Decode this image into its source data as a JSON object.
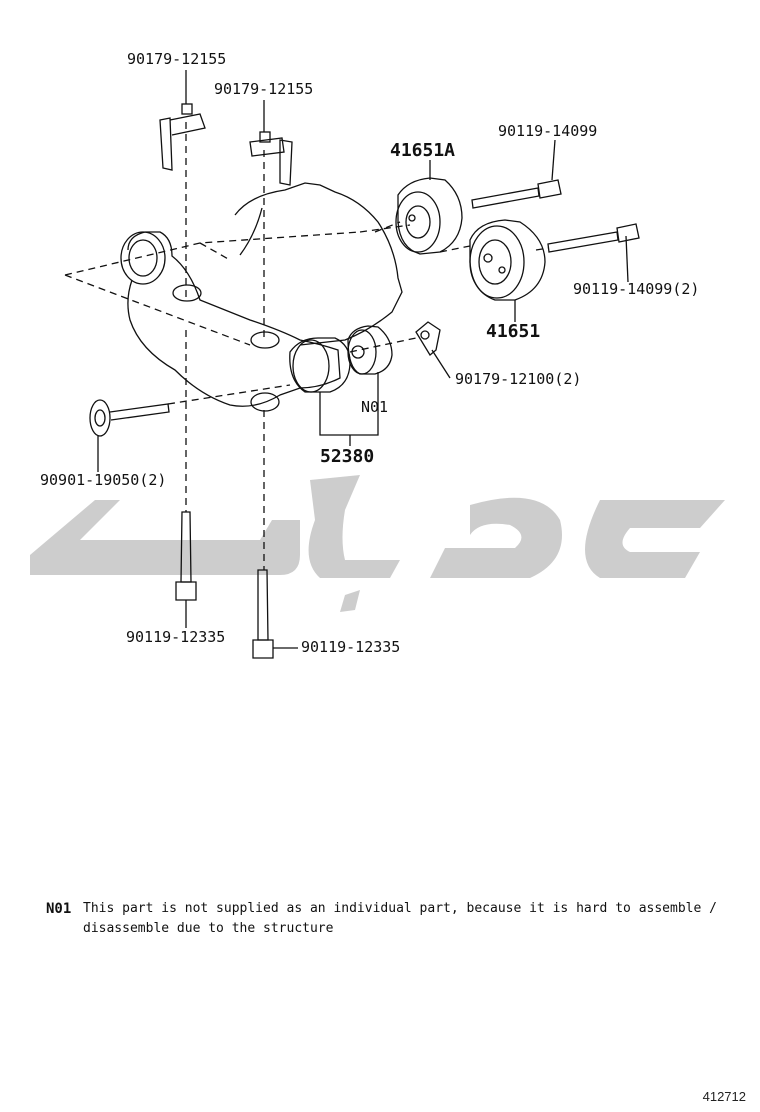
{
  "labels": {
    "bracket_bolt_left": "90179-12155",
    "bracket_bolt_right": "90179-12155",
    "mount_a": "41651A",
    "long_bolt_upper": "90119-14099",
    "long_bolt_lower": "90119-14099(2)",
    "mount_b": "41651",
    "bracket_nut": "90179-12100(2)",
    "note_ref": "N01",
    "support_member": "52380",
    "washer_bolt": "90901-19050(2)",
    "vertical_bolt_left": "90119-12335",
    "vertical_bolt_right": "90119-12335"
  },
  "note": {
    "code": "N01",
    "text": "This part is not supplied as an individual part, because it is hard to assemble / disassemble due to the structure"
  },
  "watermark_color": "#c8c8c8",
  "line_color": "#111111",
  "illustration_id": "412712"
}
